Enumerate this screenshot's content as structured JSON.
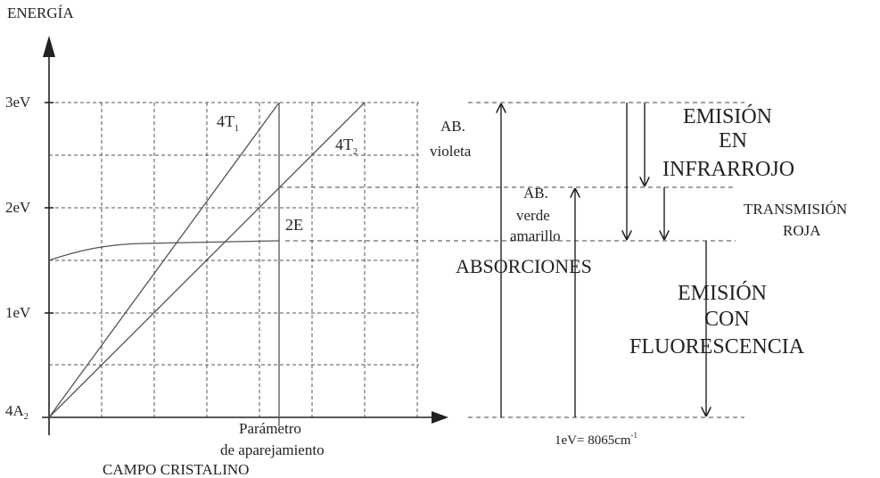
{
  "diagram": {
    "y_axis_title": "ENERGÍA",
    "y_ticks": [
      "3eV",
      "2eV",
      "1eV"
    ],
    "ground_label_main": "4A",
    "ground_label_sub": "2",
    "x_param_line1": "Parámetro",
    "x_param_line2": "de aparejamiento",
    "x_axis_title": "CAMPO CRISTALINO",
    "curve_4t1_main": "4T",
    "curve_4t1_sub": "1",
    "curve_4t2_main": "4T",
    "curve_4t2_sub": "2",
    "curve_2e": "2E",
    "ab_violeta_line1": "AB.",
    "ab_violeta_line2": "violeta",
    "ab_verde_line1": "AB.",
    "ab_verde_line2": "verde",
    "ab_verde_line3": "amarillo",
    "absorciones": "ABSORCIONES",
    "emision_ir_line1": "EMISIÓN",
    "emision_ir_line2": "EN",
    "emision_ir_line3": "INFRARROJO",
    "transmision_line1": "TRANSMISIÓN",
    "transmision_line2": "ROJA",
    "emision_fl_line1": "EMISIÓN",
    "emision_fl_line2": "CON",
    "emision_fl_line3": "FLUORESCENCIA",
    "conversion_main": "1eV= 8065cm",
    "conversion_sup": "-1"
  }
}
